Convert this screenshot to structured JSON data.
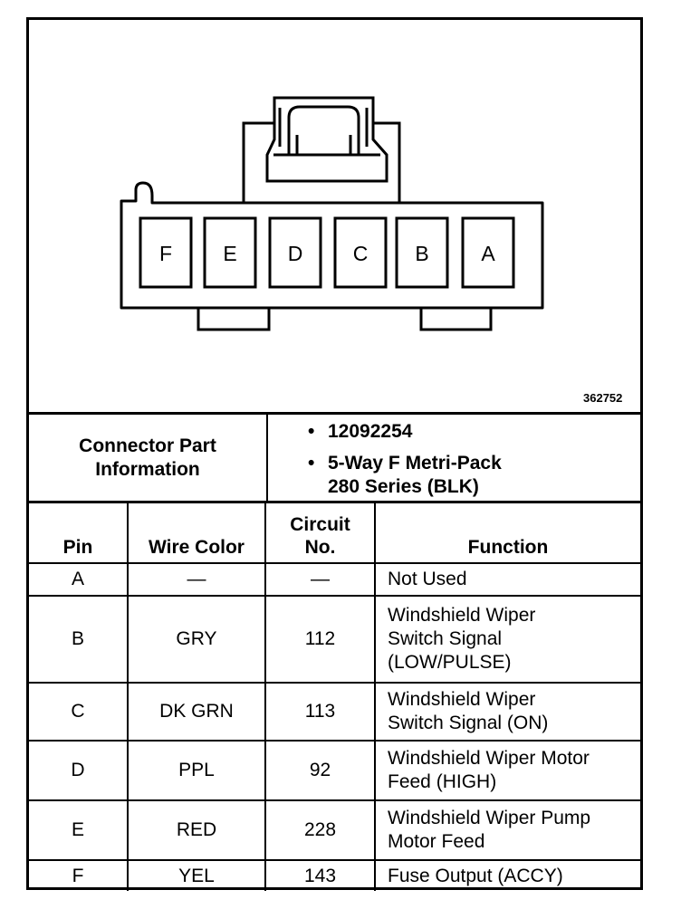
{
  "figure_id": "362752",
  "pin_letters": [
    "F",
    "E",
    "D",
    "C",
    "B",
    "A"
  ],
  "connector_info": {
    "label_line1": "Connector Part",
    "label_line2": "Information",
    "part_number": "12092254",
    "description_line1": "5-Way F Metri-Pack",
    "description_line2": "280 Series (BLK)",
    "bullet": "•"
  },
  "table": {
    "headers": {
      "pin": "Pin",
      "wire_color": "Wire Color",
      "circuit_line1": "Circuit",
      "circuit_line2": "No.",
      "function": "Function"
    },
    "rows": [
      {
        "pin": "A",
        "wire_color": "—",
        "circuit": "—",
        "function": [
          "Not Used"
        ]
      },
      {
        "pin": "B",
        "wire_color": "GRY",
        "circuit": "112",
        "function": [
          "Windshield Wiper",
          "Switch Signal",
          "(LOW/PULSE)"
        ]
      },
      {
        "pin": "C",
        "wire_color": "DK GRN",
        "circuit": "113",
        "function": [
          "Windshield Wiper",
          "Switch Signal (ON)"
        ]
      },
      {
        "pin": "D",
        "wire_color": "PPL",
        "circuit": "92",
        "function": [
          "Windshield Wiper Motor",
          "Feed (HIGH)"
        ]
      },
      {
        "pin": "E",
        "wire_color": "RED",
        "circuit": "228",
        "function": [
          "Windshield Wiper Pump",
          "Motor Feed"
        ]
      },
      {
        "pin": "F",
        "wire_color": "YEL",
        "circuit": "143",
        "function": [
          "Fuse Output (ACCY)"
        ]
      }
    ]
  }
}
